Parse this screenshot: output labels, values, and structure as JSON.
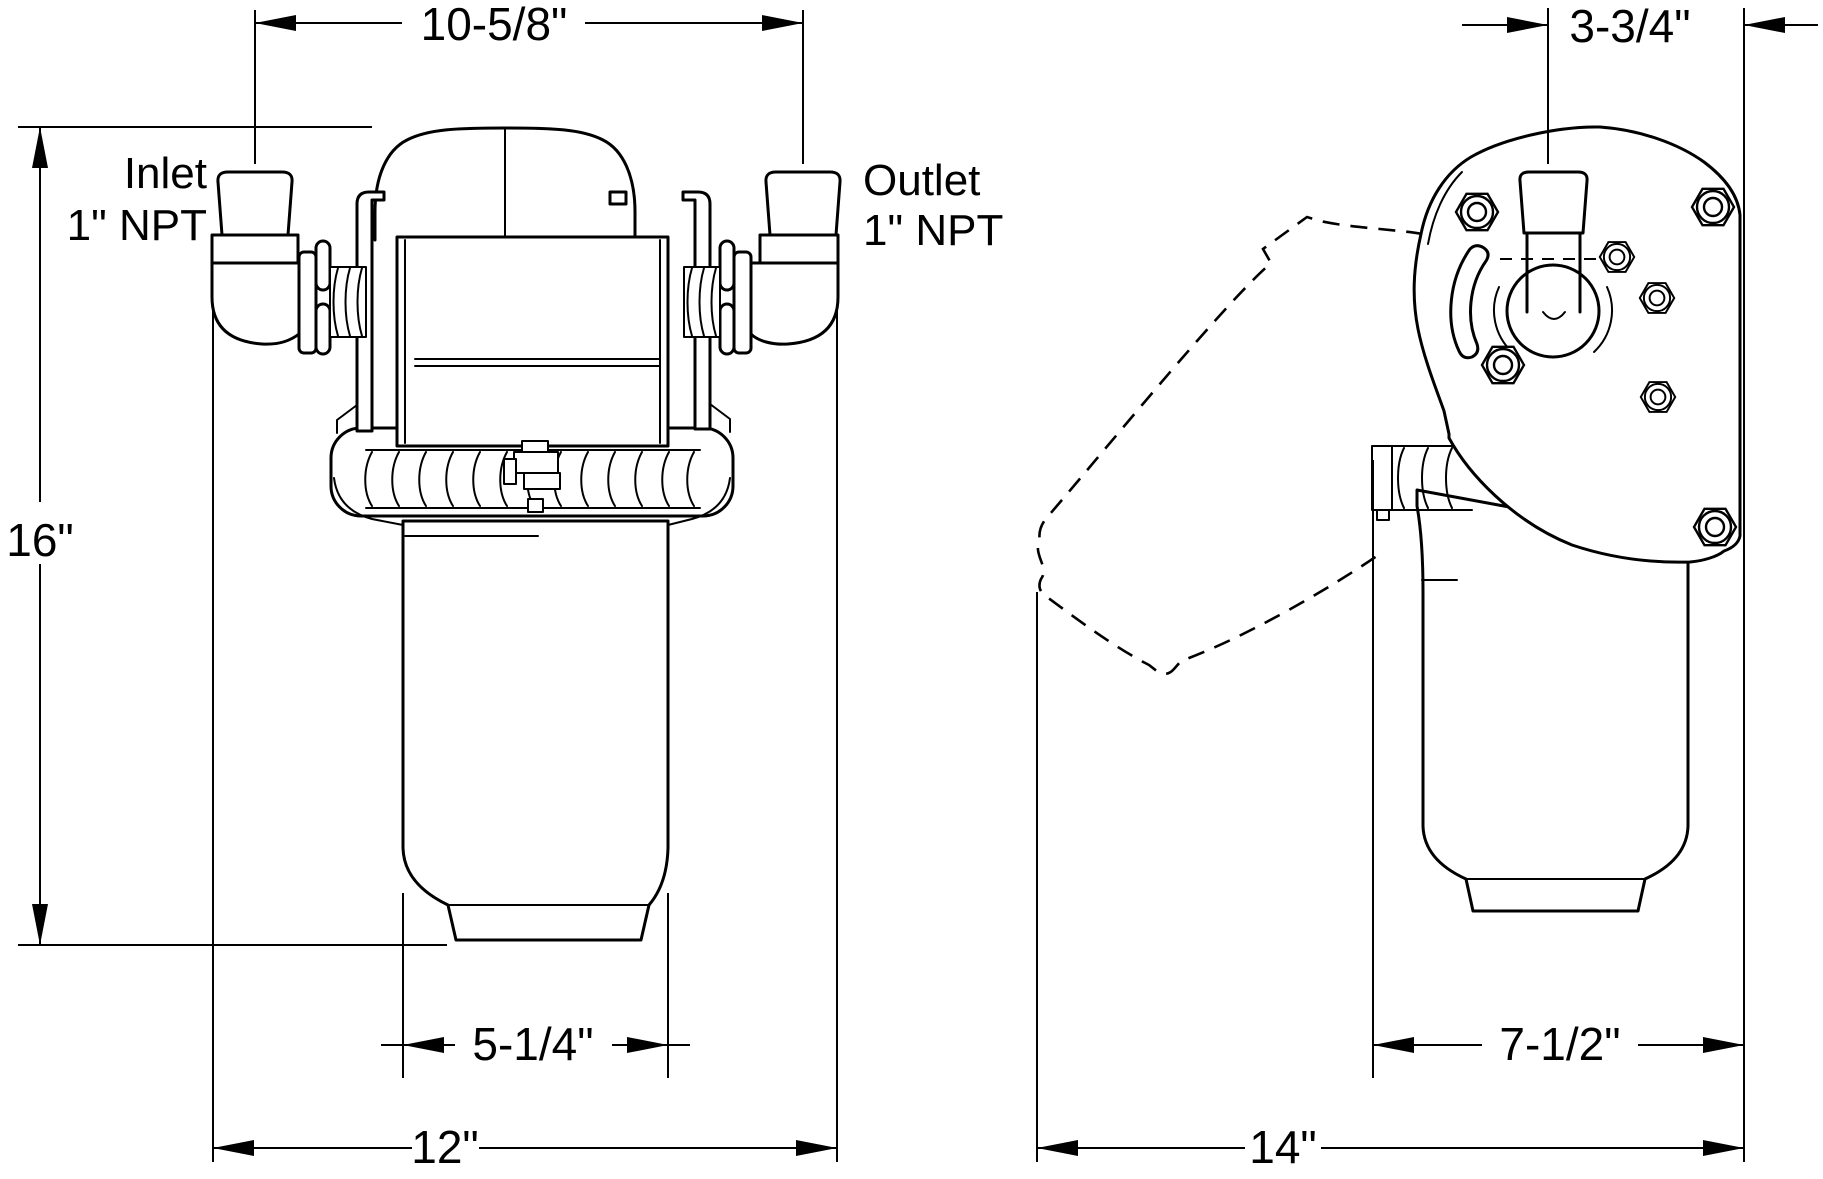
{
  "dimensions": {
    "front_port_span": "10-5/8\"",
    "front_height": "16\"",
    "front_bowl_width": "5-1/4\"",
    "front_overall_width": "12\"",
    "side_port_offset": "3-3/4\"",
    "side_bowl_width": "7-1/2\"",
    "side_overall_width": "14\""
  },
  "ports": {
    "inlet_label": "Inlet",
    "inlet_size": "1\" NPT",
    "outlet_label": "Outlet",
    "outlet_size": "1\" NPT"
  },
  "colors": {
    "line": "#000000",
    "background": "#ffffff"
  }
}
